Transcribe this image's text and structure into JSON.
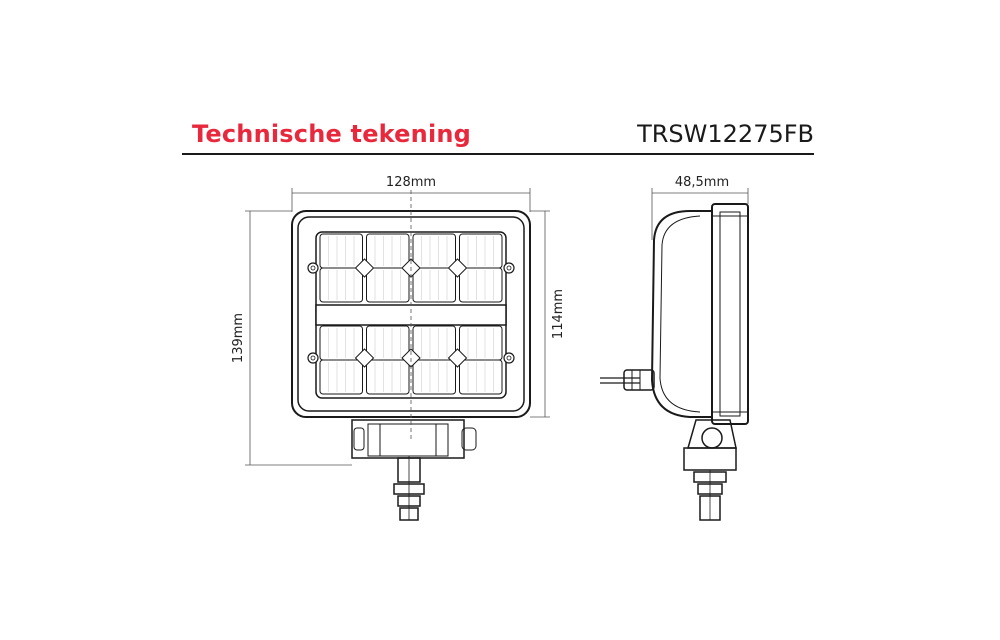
{
  "header": {
    "title": "Technische tekening",
    "model": "TRSW12275FB"
  },
  "dimensions": {
    "width": "128mm",
    "height_total": "139mm",
    "height_housing": "114mm",
    "depth": "48,5mm"
  },
  "colors": {
    "title": "#e8283c",
    "line": "#1a1a1a",
    "dimension_line": "#555555"
  }
}
